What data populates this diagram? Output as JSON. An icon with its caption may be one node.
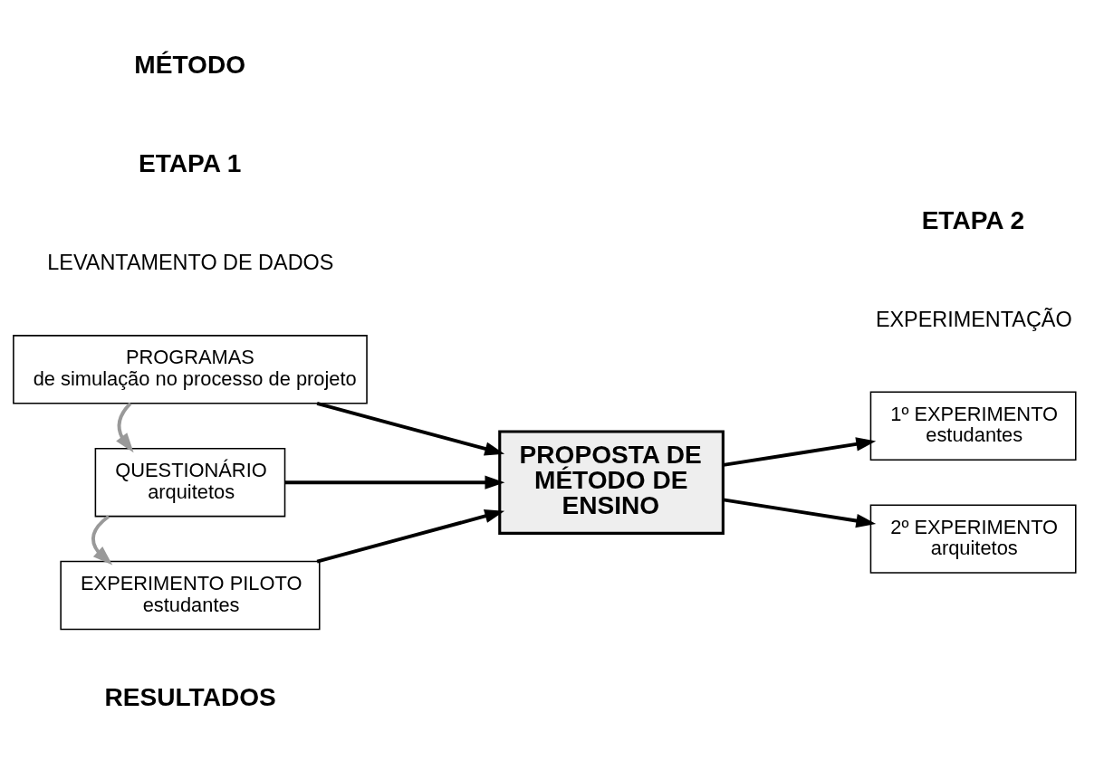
{
  "diagram": {
    "nodes": [
      {
        "text": [
          "PROGRAMAS",
          "de simulação no processo de projeto"
        ]
      },
      {
        "text": [
          "QUESTIONÁRIO",
          "arquitetos"
        ]
      },
      {
        "text": [
          "EXPERIMENTO PILOTO",
          "estudantes"
        ]
      },
      {
        "text": [
          "PROPOSTA DE MÉTODO DE ENSINO"
        ]
      },
      {
        "text": [
          "1º EXPERIMENTO",
          "estudantes"
        ]
      },
      {
        "text": [
          "2º EXPERIMENTO",
          "arquitetos"
        ]
      }
    ],
    "edges": [
      {
        "from": 0,
        "to": 1,
        "arrow": "to",
        "color": "#999999"
      },
      {
        "from": 1,
        "to": 2,
        "arrow": "to",
        "color": "#999999"
      },
      {
        "from": 0,
        "to": 3,
        "arrow": "to"
      },
      {
        "from": 1,
        "to": 3,
        "arrow": "to"
      },
      {
        "from": 2,
        "to": 3,
        "arrow": "to"
      },
      {
        "from": 3,
        "to": 4,
        "arrow": "to"
      },
      {
        "from": 3,
        "to": 5,
        "arrow": "to"
      }
    ],
    "labels": [
      "MÉTODO",
      "ETAPA 1",
      "LEVANTAMENTO DE DADOS",
      "ETAPA 2",
      "EXPERIMENTAÇÃO",
      "RESULTADOS"
    ]
  }
}
